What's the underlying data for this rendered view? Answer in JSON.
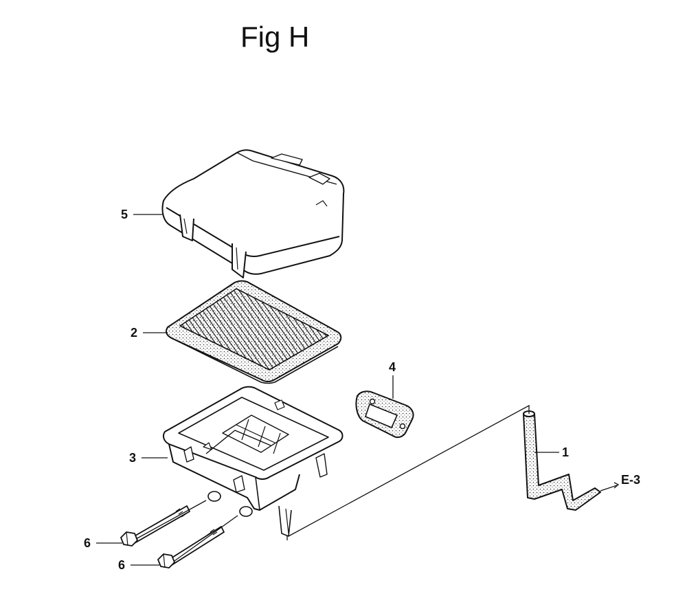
{
  "figure": {
    "title": "Fig H"
  },
  "callouts": [
    {
      "id": "c5",
      "label": "5",
      "part": "air-cleaner-cover"
    },
    {
      "id": "c2",
      "label": "2",
      "part": "air-filter-element"
    },
    {
      "id": "c4",
      "label": "4",
      "part": "gasket"
    },
    {
      "id": "c3",
      "label": "3",
      "part": "air-cleaner-case"
    },
    {
      "id": "c1",
      "label": "1",
      "part": "breather-tube"
    },
    {
      "id": "c6a",
      "label": "6",
      "part": "flange-bolt"
    },
    {
      "id": "c6b",
      "label": "6",
      "part": "flange-bolt"
    }
  ],
  "reference": {
    "label": "E-3"
  },
  "colors": {
    "line": "#111111",
    "background": "#ffffff"
  }
}
